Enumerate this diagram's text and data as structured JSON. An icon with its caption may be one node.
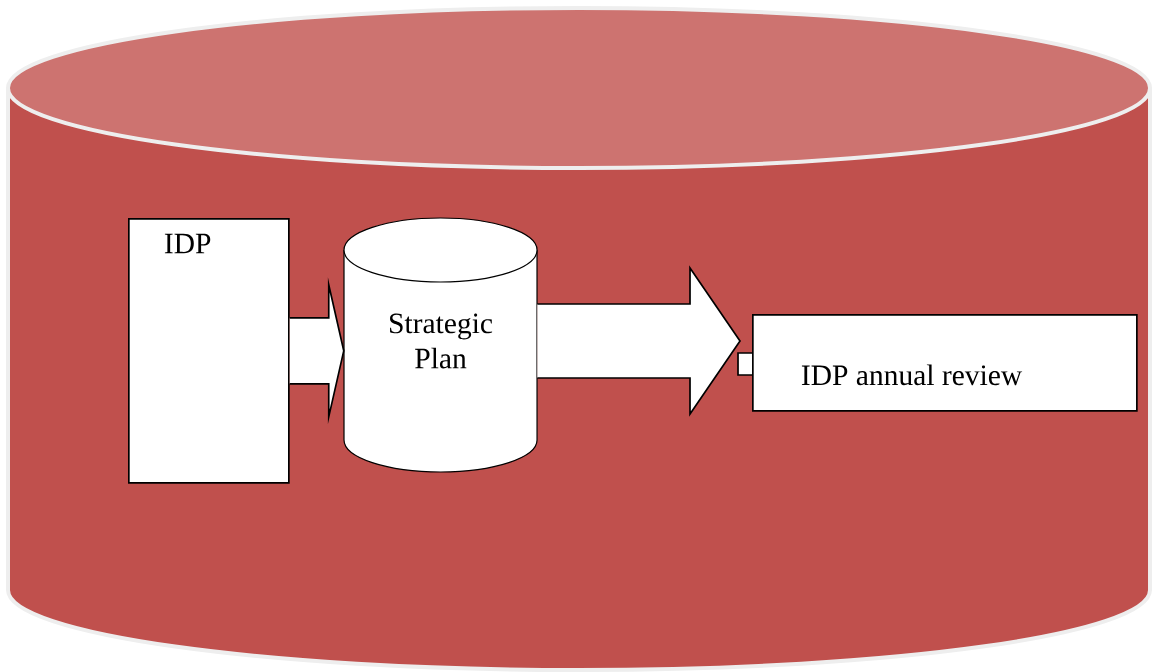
{
  "diagram": {
    "nodes": [
      {
        "text": [],
        "shape": "cylinder"
      },
      {
        "text": [
          "IDP"
        ],
        "in": 0
      },
      {
        "text": [
          "Strategic Plan"
        ],
        "in": 0
      },
      {
        "text": [
          "IDP annual review"
        ],
        "in": 0
      }
    ],
    "edges": [
      {
        "from": 1,
        "to": 2,
        "arrow": "to"
      },
      {
        "from": 2,
        "to": 3,
        "arrow": "to"
      }
    ]
  }
}
